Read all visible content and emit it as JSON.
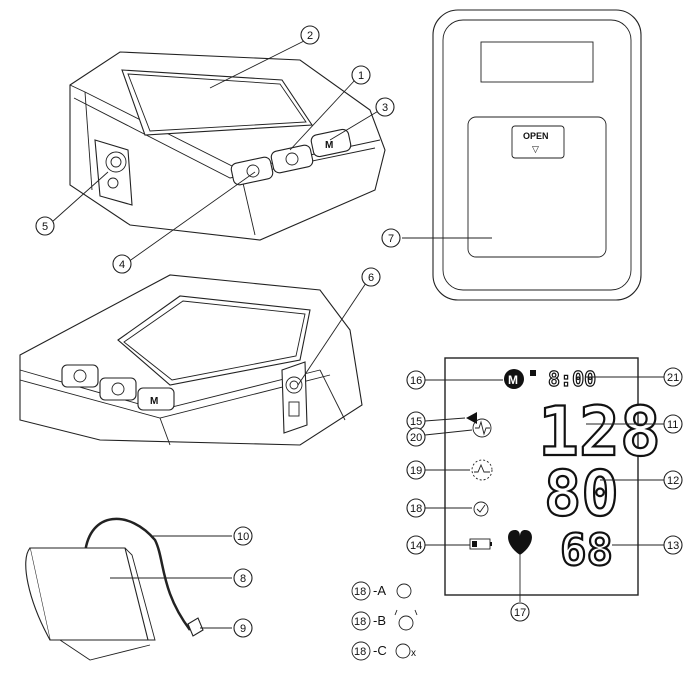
{
  "callouts": [
    {
      "id": "c1",
      "text": "1"
    },
    {
      "id": "c2",
      "text": "2"
    },
    {
      "id": "c3",
      "text": "3"
    },
    {
      "id": "c4",
      "text": "4"
    },
    {
      "id": "c5",
      "text": "5"
    },
    {
      "id": "c6",
      "text": "6"
    },
    {
      "id": "c7",
      "text": "7"
    },
    {
      "id": "c8",
      "text": "8"
    },
    {
      "id": "c9",
      "text": "9"
    },
    {
      "id": "c10",
      "text": "10"
    },
    {
      "id": "c11",
      "text": "11"
    },
    {
      "id": "c12",
      "text": "12"
    },
    {
      "id": "c13",
      "text": "13"
    },
    {
      "id": "c14",
      "text": "14"
    },
    {
      "id": "c15",
      "text": "15"
    },
    {
      "id": "c16",
      "text": "16"
    },
    {
      "id": "c17",
      "text": "17"
    },
    {
      "id": "c19",
      "text": "19"
    },
    {
      "id": "c18",
      "text": "18"
    },
    {
      "id": "c20",
      "text": "20"
    },
    {
      "id": "c21",
      "text": "21"
    }
  ],
  "lcd": {
    "time": "8:00",
    "systolic": "128",
    "diastolic": "80",
    "pulse": "68",
    "memory_symbol": "M"
  },
  "back_panel": {
    "open_label": "OPEN",
    "open_arrow": "▽"
  },
  "buttons": {
    "memory_label": "M"
  },
  "legend": [
    {
      "prefix": "18",
      "suffix": "-A",
      "icon": "cuff-ok-icon",
      "mark": ""
    },
    {
      "prefix": "18",
      "suffix": "-B",
      "icon": "cuff-loose-icon",
      "mark": ""
    },
    {
      "prefix": "18",
      "suffix": "-C",
      "icon": "cuff-error-icon",
      "mark": "x"
    }
  ]
}
